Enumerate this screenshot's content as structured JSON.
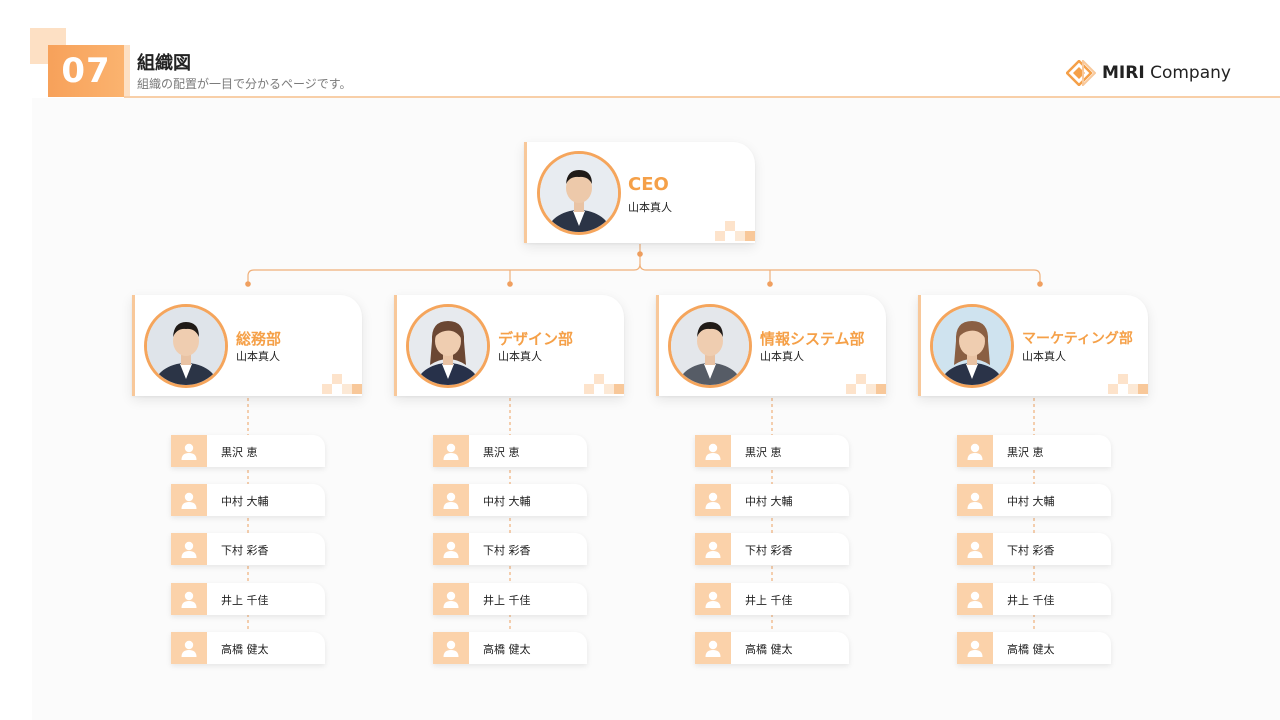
{
  "header": {
    "number": "07",
    "title": "組織図",
    "subtitle": "組織の配置が一目で分かるページです。",
    "logo_bold": "MIRI",
    "logo_rest": " Company"
  },
  "colors": {
    "accent": "#f5a048",
    "accent_light": "#fbd2aa",
    "line": "#f0b07a"
  },
  "ceo": {
    "role": "CEO",
    "name": "山本真人"
  },
  "departments": [
    {
      "role": "総務部",
      "name": "山本真人",
      "members": [
        "黒沢 恵",
        "中村 大輔",
        "下村 彩香",
        "井上 千佳",
        "高橋 健太"
      ]
    },
    {
      "role": "デザイン部",
      "name": "山本真人",
      "members": [
        "黒沢 恵",
        "中村 大輔",
        "下村 彩香",
        "井上 千佳",
        "高橋 健太"
      ]
    },
    {
      "role": "情報システム部",
      "name": "山本真人",
      "members": [
        "黒沢 恵",
        "中村 大輔",
        "下村 彩香",
        "井上 千佳",
        "高橋 健太"
      ]
    },
    {
      "role": "マーケティング部",
      "name": "山本真人",
      "members": [
        "黒沢 恵",
        "中村 大輔",
        "下村 彩香",
        "井上 千佳",
        "高橋 健太"
      ]
    }
  ]
}
